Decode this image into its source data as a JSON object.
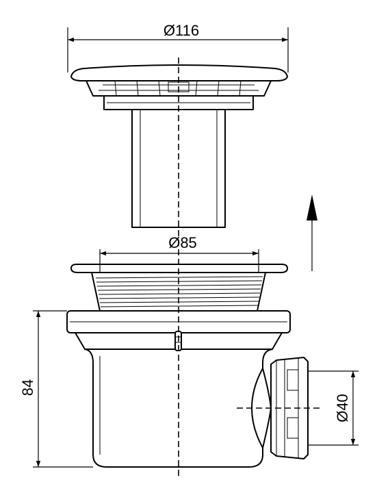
{
  "dimensions": {
    "top_cover_diameter": "Ø116",
    "flange_diameter": "Ø85",
    "body_height": "84",
    "outlet_diameter": "Ø40"
  }
}
